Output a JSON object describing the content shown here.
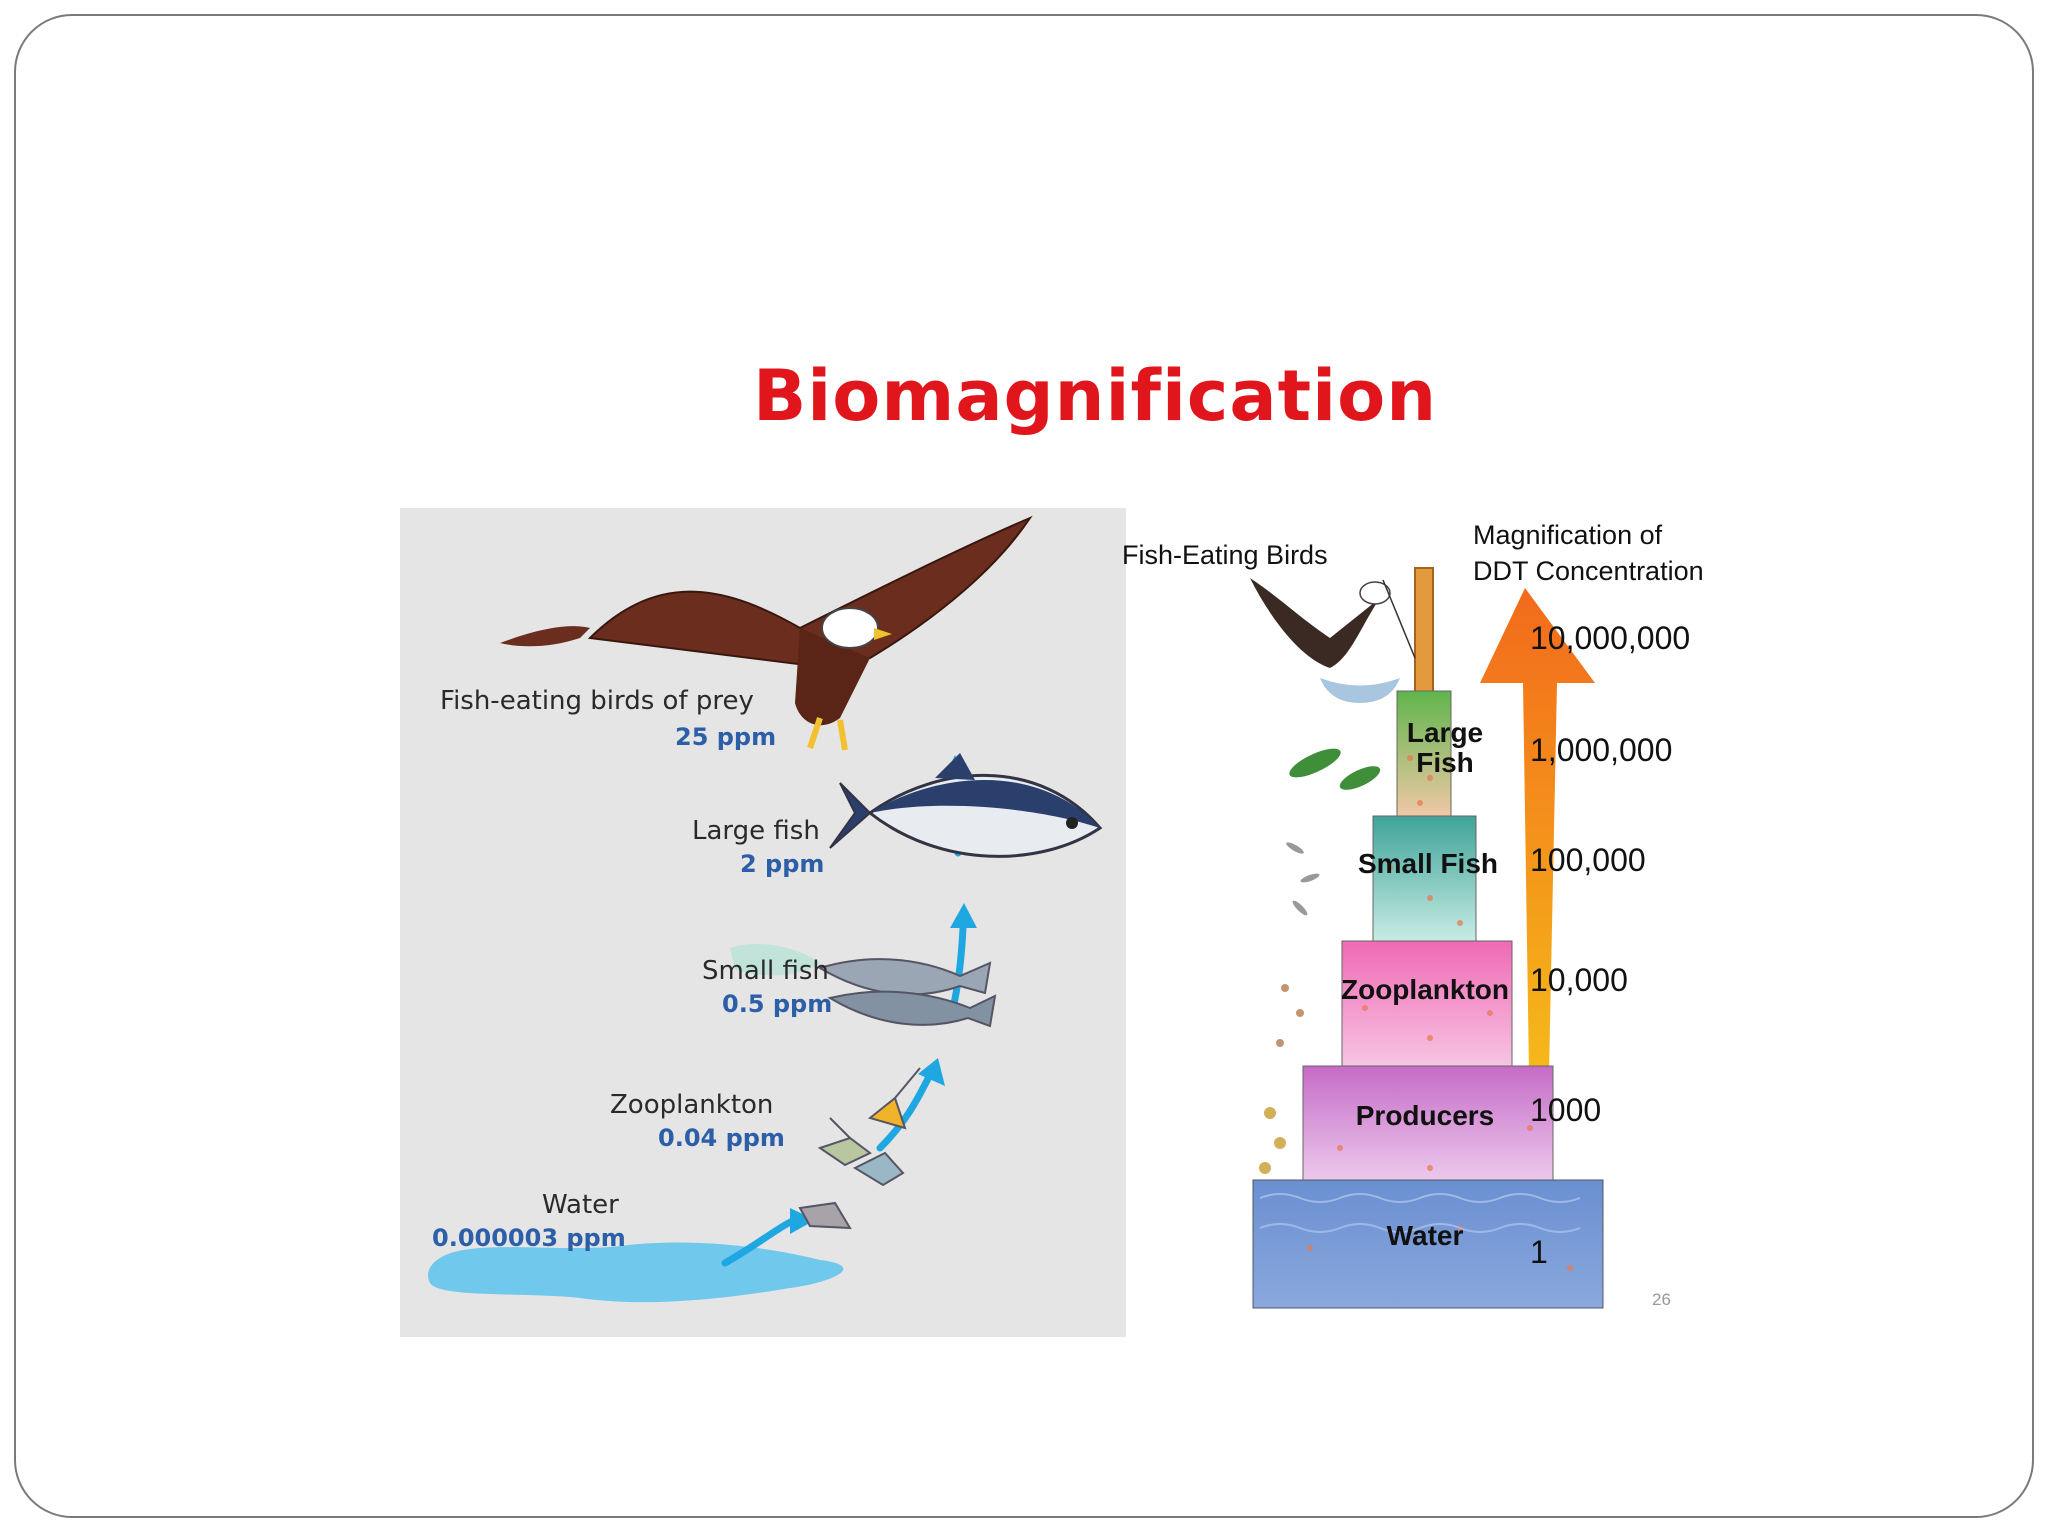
{
  "slide": {
    "title": "Biomagnification",
    "page_number": "26"
  },
  "food_chain": {
    "levels": [
      {
        "name": "Fish-eating birds of prey",
        "ppm": "25 ppm"
      },
      {
        "name": "Large fish",
        "ppm": "2 ppm"
      },
      {
        "name": "Small fish",
        "ppm": "0.5 ppm"
      },
      {
        "name": "Zooplankton",
        "ppm": "0.04 ppm"
      },
      {
        "name": "Water",
        "ppm": "0.000003 ppm"
      }
    ],
    "colors": {
      "arrow": "#1ea7e1",
      "ppm_text": "#2c5fa8",
      "water": "#5cc3ee"
    }
  },
  "pyramid": {
    "birds_label": "Fish-Eating Birds",
    "magnification_title_line1": "Magnification of",
    "magnification_title_line2": "DDT Concentration",
    "tiers": [
      {
        "label_line1": "Large",
        "label_line2": "Fish",
        "magnification": "1,000,000"
      },
      {
        "label_line1": "Small Fish",
        "label_line2": "",
        "magnification": "100,000"
      },
      {
        "label_line1": "Zooplankton",
        "label_line2": "",
        "magnification": "10,000"
      },
      {
        "label_line1": "Producers",
        "label_line2": "",
        "magnification": "1000"
      },
      {
        "label_line1": "Water",
        "label_line2": "",
        "magnification": "1"
      }
    ],
    "top_magnification": "10,000,000",
    "colors": {
      "large_fish": "#6fbf5a",
      "small_fish": "#4aa79c",
      "zooplankton": "#e64fa6",
      "producers": "#c56bc7",
      "water": "#6a8fd0",
      "arrow_top": "#f26a1b",
      "arrow_bottom": "#f7d91a"
    }
  }
}
